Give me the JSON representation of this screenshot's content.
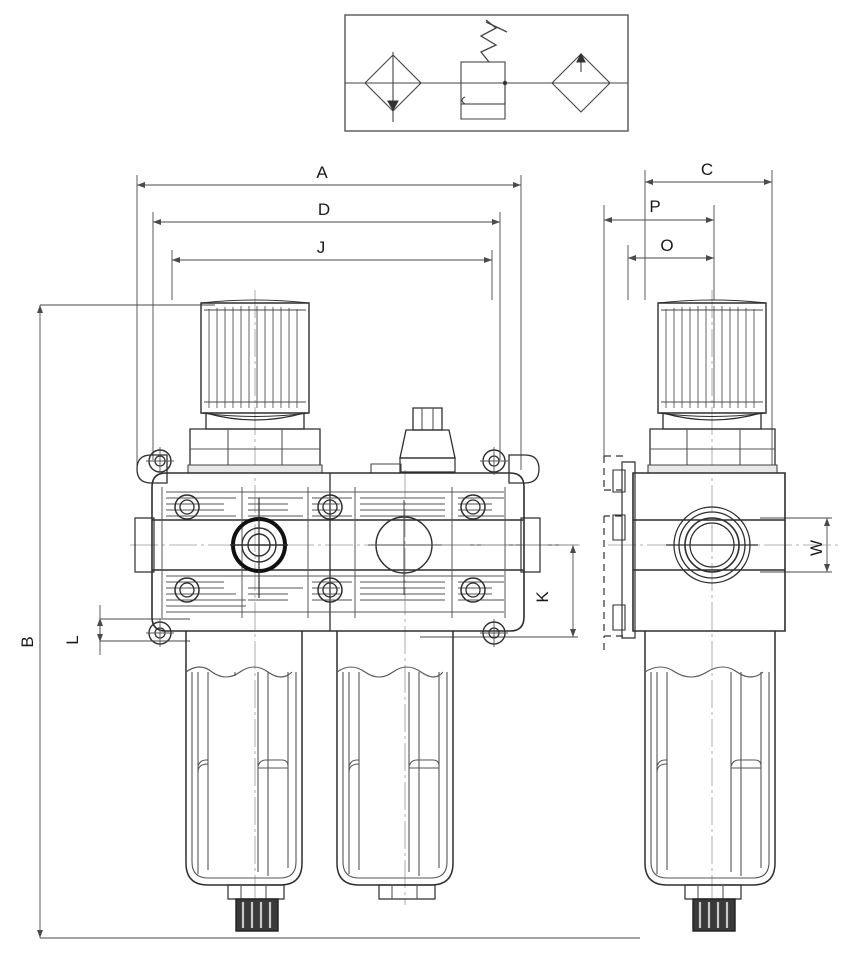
{
  "drawing": {
    "title": "Filter-Regulator-Lubricator (FRL) Combination Unit — Dimensioned Assembly Drawing",
    "line_color": "#3c3c3c",
    "heavy_color": "#111111",
    "dim_color": "#4a4a4a",
    "center_color": "#8a8a8a",
    "background": "#ffffff"
  },
  "schematic": {
    "name": "iso-symbol-box",
    "elements": [
      {
        "label": "filter-symbol",
        "shape": "diamond-with-vertical-line"
      },
      {
        "label": "regulator-symbol",
        "shape": "rectangle-with-spring"
      },
      {
        "label": "lubricator-symbol",
        "shape": "diamond-with-arrow"
      }
    ]
  },
  "dimensions": {
    "A": {
      "label": "A",
      "view": "front",
      "orientation": "horizontal",
      "span": "overall-width"
    },
    "B": {
      "label": "B",
      "view": "front",
      "orientation": "vertical",
      "span": "overall-height"
    },
    "C": {
      "label": "C",
      "view": "side",
      "orientation": "horizontal",
      "span": "overall-depth"
    },
    "D": {
      "label": "D",
      "view": "front",
      "orientation": "horizontal",
      "span": "mounting-hole-width"
    },
    "J": {
      "label": "J",
      "view": "front",
      "orientation": "horizontal",
      "span": "body-width"
    },
    "K": {
      "label": "K",
      "view": "front",
      "orientation": "vertical",
      "span": "port-centerline-to-base"
    },
    "L": {
      "label": "L",
      "view": "front",
      "orientation": "vertical",
      "span": "bracket-thickness"
    },
    "O": {
      "label": "O",
      "view": "side",
      "orientation": "horizontal",
      "span": "inner-depth"
    },
    "P": {
      "label": "P",
      "view": "side",
      "orientation": "horizontal",
      "span": "bracket-depth"
    },
    "W": {
      "label": "W",
      "view": "side",
      "orientation": "vertical",
      "span": "port-height"
    }
  },
  "views": {
    "front": {
      "name": "front-view",
      "components": [
        "regulator-knob",
        "filter-bowl",
        "lubricator-bowl",
        "drain-valve",
        "fill-plug",
        "mounting-lugs",
        "body-block"
      ]
    },
    "side": {
      "name": "side-view",
      "components": [
        "regulator-knob",
        "bowl",
        "port-boss",
        "mounting-bracket-hidden",
        "drain-valve"
      ]
    }
  }
}
